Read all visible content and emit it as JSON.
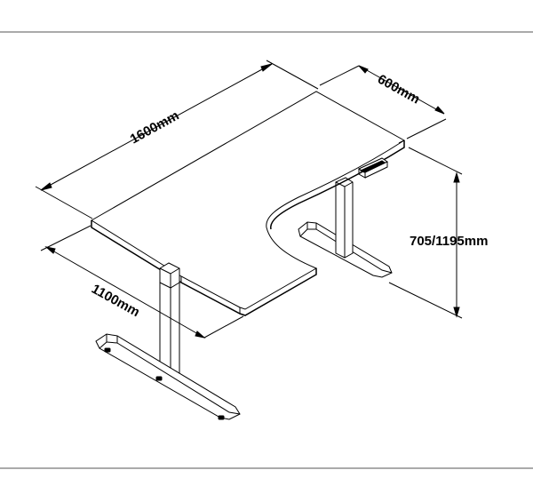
{
  "dimensions": {
    "length_main": "1600mm",
    "depth_main": "600mm",
    "length_return": "1100mm",
    "height_range": "705/1195mm"
  },
  "colors": {
    "line": "#000000",
    "background": "#ffffff",
    "frame_rule": "#555555"
  }
}
